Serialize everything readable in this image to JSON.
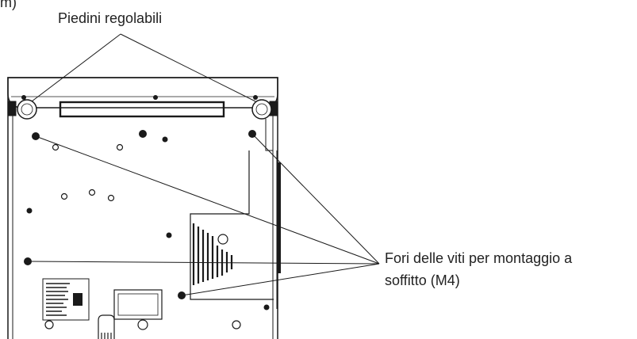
{
  "header": {
    "cut_text": "m)"
  },
  "labels": {
    "adjustable_feet": "Piedini regolabili",
    "ceiling_holes_line1": "Fori delle viti per montaggio a",
    "ceiling_holes_line2": "soffitto (M4)"
  },
  "colors": {
    "line": "#1a1a1a",
    "background": "#ffffff"
  },
  "icons": [
    "screw-hole-icon",
    "adjustable-foot-icon",
    "arrow-marker-icon"
  ]
}
